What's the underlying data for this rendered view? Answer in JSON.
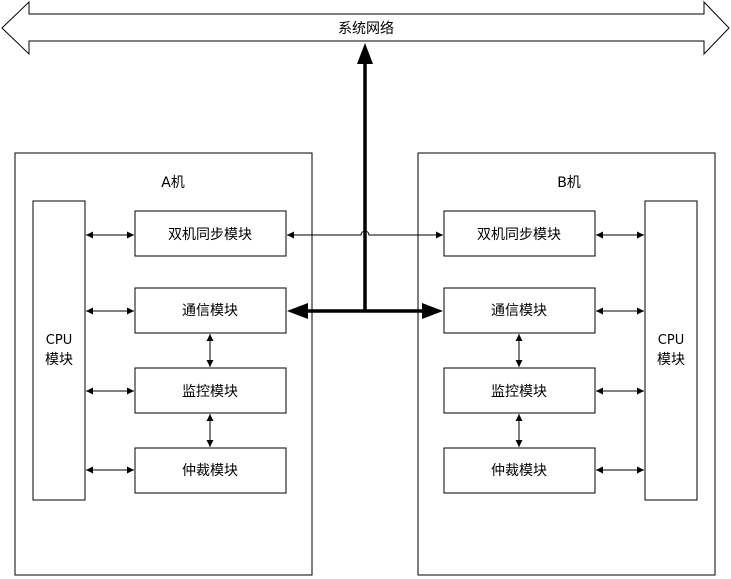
{
  "network": {
    "label": "系统网络"
  },
  "machine_a": {
    "title": "A机",
    "cpu_line1": "CPU",
    "cpu_line2": "模块",
    "modules": [
      "双机同步模块",
      "通信模块",
      "监控模块",
      "仲裁模块"
    ]
  },
  "machine_b": {
    "title": "B机",
    "cpu_line1": "CPU",
    "cpu_line2": "模块",
    "modules": [
      "双机同步模块",
      "通信模块",
      "监控模块",
      "仲裁模块"
    ]
  }
}
